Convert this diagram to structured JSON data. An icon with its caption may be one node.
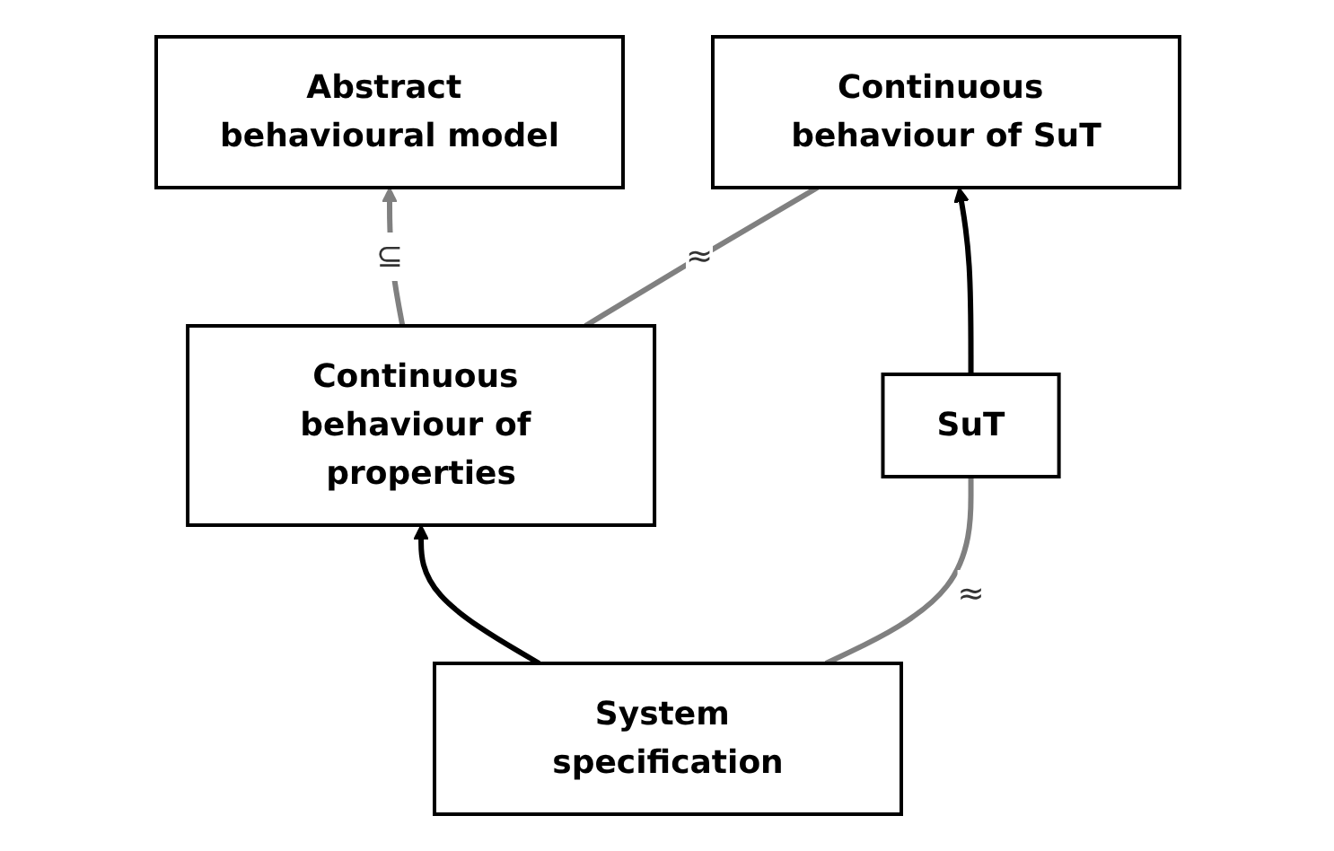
{
  "diagram": {
    "nodes": [
      {
        "text": [
          "Abstract behavioural model"
        ]
      },
      {
        "text": [
          "Continuous behaviour of properties"
        ]
      },
      {
        "text": [
          "Continuous behaviour of SuT"
        ]
      },
      {
        "text": [
          "System specification"
        ]
      },
      {
        "text": [
          "SuT"
        ]
      }
    ],
    "edges": [
      {
        "from": 1,
        "to": 0,
        "arrow": "to",
        "label": "⊆",
        "color": "#808080"
      },
      {
        "from": 1,
        "to": 2,
        "arrow": "none",
        "label": "≈",
        "color": "#808080"
      },
      {
        "from": 3,
        "to": 1,
        "arrow": "to",
        "color": "#000000"
      },
      {
        "from": 4,
        "to": 2,
        "arrow": "to",
        "color": "#000000"
      },
      {
        "from": 3,
        "to": 4,
        "arrow": "none",
        "label": "≈",
        "color": "#808080"
      }
    ]
  }
}
